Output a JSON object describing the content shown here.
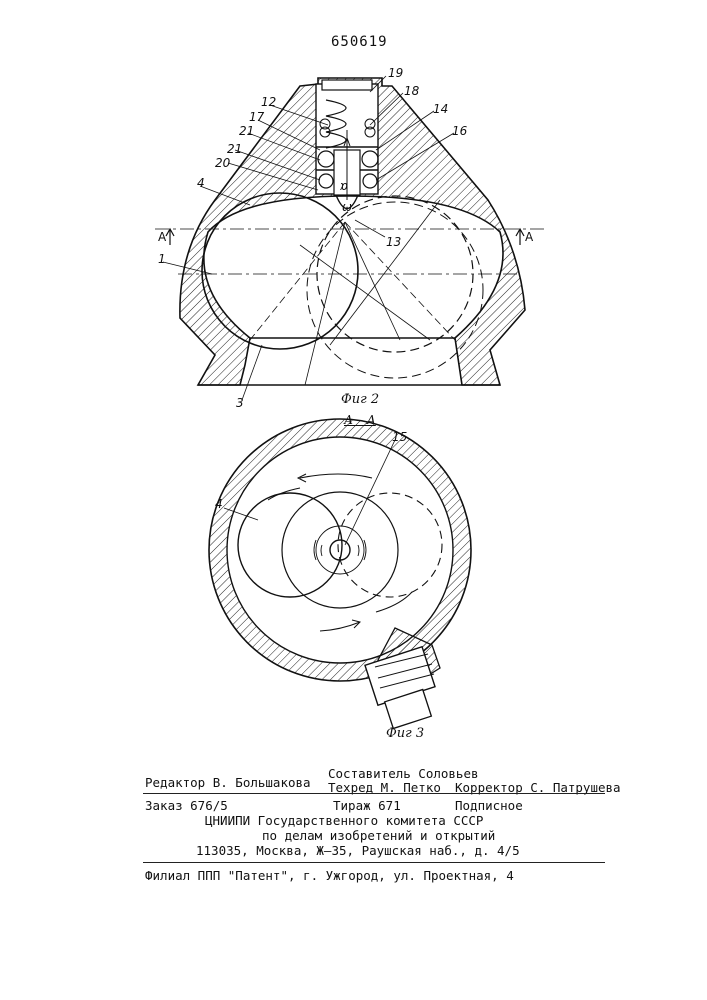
{
  "header": {
    "patent_number": "650619"
  },
  "figure2": {
    "caption": "Фиг 2",
    "section_marker_left": "A",
    "section_marker_right": "A",
    "labels": {
      "l19": "19",
      "l12": "12",
      "l18": "18",
      "l14": "14",
      "l17": "17",
      "l21a": "21",
      "l16": "16",
      "l21b": "21",
      "l20": "20",
      "l4": "4",
      "l13": "13",
      "l1": "1",
      "l3": "3",
      "omega": "ω",
      "l_rot": "α"
    }
  },
  "figure3": {
    "section_title": "А – А",
    "caption": "Фиг 3",
    "labels": {
      "l15": "15",
      "l4": "4"
    }
  },
  "imprint": {
    "editor": "Редактор В. Большакова",
    "compiler": "Составитель   Соловьев",
    "tech_editor": "Техред М. Петко",
    "corrector": "Корректор С. Патрушева",
    "order": "Заказ 676/5",
    "circulation": "Тираж 671",
    "subscription": "Подписное",
    "org_line1": "ЦНИИПИ Государственного комитета СССР",
    "org_line2": "по делам изобретений и открытий",
    "address": "113035, Москва, Ж–35, Раушская   наб., д. 4/5",
    "branch": "Филиал ППП \"Патент\", г. Ужгород, ул. Проектная, 4"
  }
}
